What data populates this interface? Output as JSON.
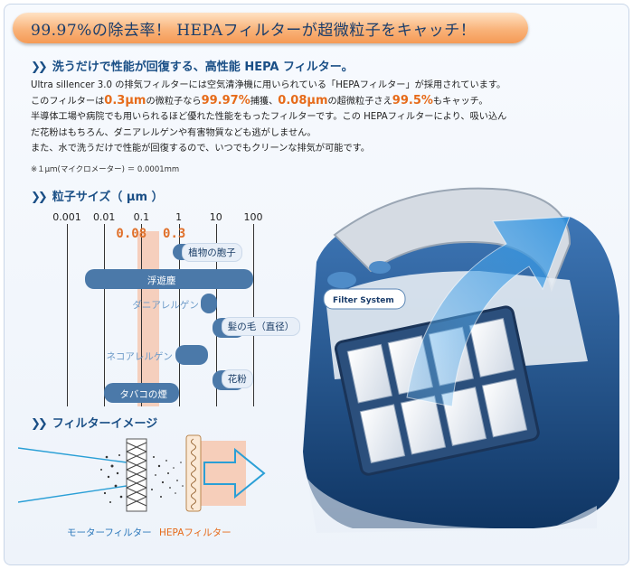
{
  "banner": {
    "title": "99.97%の除去率！ HEPAフィルターが超微粒子をキャッチ！"
  },
  "section1": {
    "heading": "洗うだけで性能が回復する、高性能 HEPA フィルター。",
    "line1": "Ultra sillencer 3.0 の排気フィルターには空気清浄機に用いられている「HEPAフィルター」が採用されています。",
    "line2_a": "このフィルターは",
    "line2_b": "0.3μm",
    "line2_c": "の微粒子なら",
    "line2_d": "99.97%",
    "line2_e": "捕獲、",
    "line2_f": "0.08μm",
    "line2_g": "の超微粒子さえ",
    "line2_h": "99.5%",
    "line2_i": "もキャッチ。",
    "line3": "半導体工場や病院でも用いられるほど優れた性能をもったフィルターです。この HEPAフィルターにより、吸い込んだ花粉はもちろん、ダニアレルゲンや有害物質なども逃がしません。",
    "line3a": "半導体工場や病院でも用いられるほど優れた性能をもったフィルターです。この HEPAフィルターにより、吸い込ん",
    "line3b": "だ花粉はもちろん、ダニアレルゲンや有害物質なども逃がしません。",
    "line4": "また、水で洗うだけで性能が回復するので、いつでもクリーンな排気が可能です。",
    "note": "※１μｍ(マイクロメーター) ＝ 0.0001mm"
  },
  "section2": {
    "heading": "粒子サイズ（ μm ）",
    "ticks": [
      "0.001",
      "0.01",
      "0.1",
      "1",
      "10",
      "100"
    ],
    "band_values": [
      "0.08",
      "0.3"
    ],
    "particles": [
      {
        "name": "植物の胞子",
        "min": 0.7,
        "max": 25
      },
      {
        "name": "浮遊塵",
        "min": 0.003,
        "max": 100
      },
      {
        "name": "ダニアレルゲン",
        "min": 4,
        "max": 7
      },
      {
        "name": "髪の毛（直径）",
        "min": 8,
        "max": 60
      },
      {
        "name": "ネコアレルゲン",
        "min": 0.8,
        "max": 6
      },
      {
        "name": "花粉",
        "min": 8,
        "max": 60
      },
      {
        "name": "タバコの煙",
        "min": 0.01,
        "max": 1
      }
    ]
  },
  "section3": {
    "heading": "フィルターイメージ",
    "motor_label": "モーターフィルター",
    "hepa_label": "HEPAフィルター"
  },
  "product": {
    "badge": "Filter System"
  },
  "colors": {
    "accent_orange": "#e66b1a",
    "heading_blue": "#1a4f86",
    "bar_blue": "#4b79a9",
    "band_pink": "#f6c8b2"
  }
}
